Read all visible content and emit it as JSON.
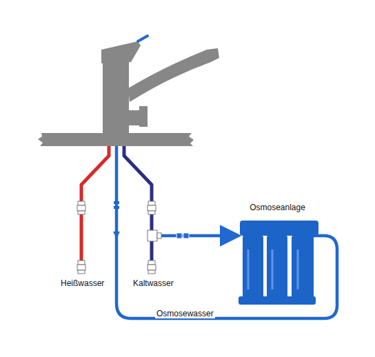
{
  "diagram": {
    "nodes": [
      {
        "text": [
          "Osmoseanlage"
        ]
      }
    ],
    "labels": [
      "Heißwasser",
      "Kaltwasser",
      "Osmosewasser"
    ]
  }
}
